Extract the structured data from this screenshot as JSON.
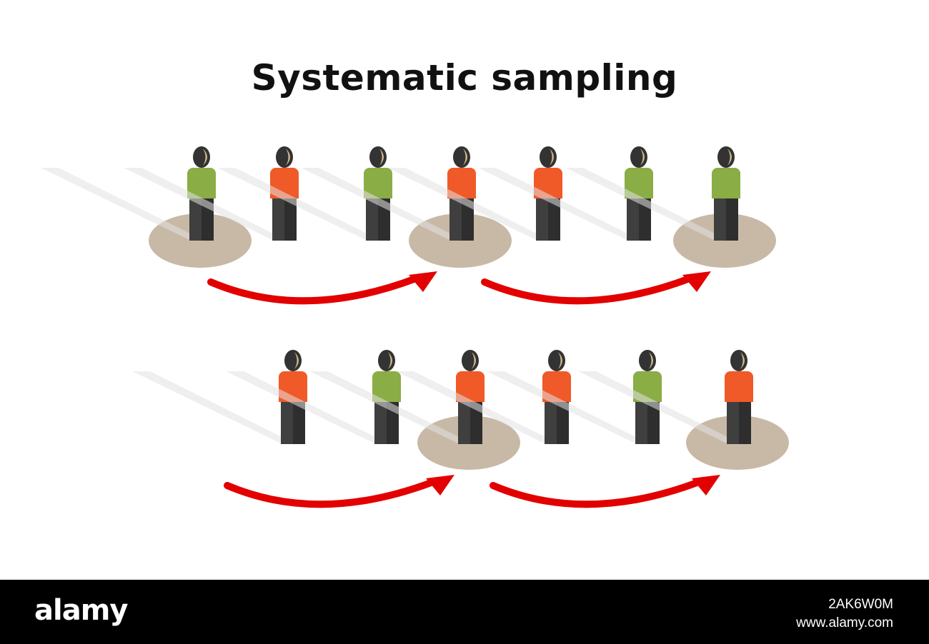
{
  "title": "Systematic sampling",
  "colors": {
    "green": "#8aad45",
    "orange": "#f05a28",
    "body_dark": "#3f3f3f",
    "head_dark": "#333333",
    "face": "#cdb98d",
    "selection_disc": "#c8b9a6",
    "arrow": "#e20000",
    "shadow": "#e2e2e2"
  },
  "rows": [
    {
      "people": [
        {
          "shirt": "green",
          "selected": true
        },
        {
          "shirt": "orange",
          "selected": false
        },
        {
          "shirt": "green",
          "selected": false
        },
        {
          "shirt": "orange",
          "selected": true
        },
        {
          "shirt": "orange",
          "selected": false
        },
        {
          "shirt": "green",
          "selected": false
        },
        {
          "shirt": "green",
          "selected": true
        }
      ]
    },
    {
      "people": [
        {
          "shirt": "orange",
          "selected": false
        },
        {
          "shirt": "green",
          "selected": false
        },
        {
          "shirt": "orange",
          "selected": true
        },
        {
          "shirt": "orange",
          "selected": false
        },
        {
          "shirt": "green",
          "selected": false
        },
        {
          "shirt": "orange",
          "selected": true
        }
      ]
    }
  ],
  "icons": [
    "person-icon",
    "selection-disc",
    "arrow-icon"
  ],
  "footer": {
    "brand": "alamy",
    "image_id": "2AK6W0M",
    "site": "www.alamy.com"
  }
}
